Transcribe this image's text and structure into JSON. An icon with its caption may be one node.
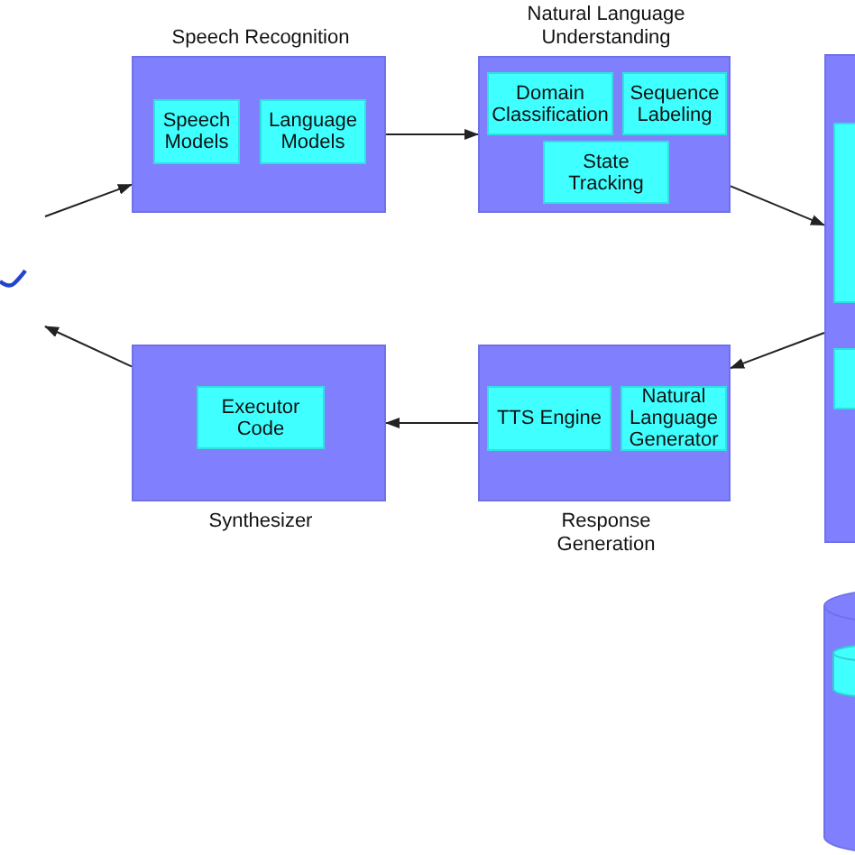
{
  "diagram": {
    "nodes": [
      {
        "text": [
          "Speech Recognition"
        ]
      },
      {
        "text": [
          "Speech Models"
        ],
        "in": 0
      },
      {
        "text": [
          "Language Models"
        ],
        "in": 0
      },
      {
        "text": [
          "Natural Language Understanding"
        ]
      },
      {
        "text": [
          "Domain Classification"
        ],
        "in": 3
      },
      {
        "text": [
          "Sequence Labeling"
        ],
        "in": 3
      },
      {
        "text": [
          "State Tracking"
        ],
        "in": 3
      },
      {
        "text": [],
        "shape": "box"
      },
      {
        "text": [],
        "shape": "box",
        "in": 7
      },
      {
        "text": [],
        "shape": "box",
        "in": 7
      },
      {
        "text": [
          "Synthesizer"
        ]
      },
      {
        "text": [
          "Executor Code"
        ],
        "in": 10
      },
      {
        "text": [
          "Response Generation"
        ]
      },
      {
        "text": [
          "TTS Engine"
        ],
        "in": 12
      },
      {
        "text": [
          "Natural Language Generator"
        ],
        "in": 12
      },
      {
        "text": [],
        "shape": "cylinder"
      },
      {
        "text": [],
        "shape": "cylinder",
        "in": 15
      }
    ],
    "edges": [
      {
        "from": null,
        "to": 0,
        "arrow": "to"
      },
      {
        "from": 0,
        "to": 3,
        "arrow": "to"
      },
      {
        "from": 3,
        "to": 7,
        "arrow": "to"
      },
      {
        "from": 7,
        "to": 12,
        "arrow": "to"
      },
      {
        "from": 12,
        "to": 10,
        "arrow": "to"
      },
      {
        "from": 10,
        "to": null,
        "arrow": "to"
      }
    ]
  }
}
